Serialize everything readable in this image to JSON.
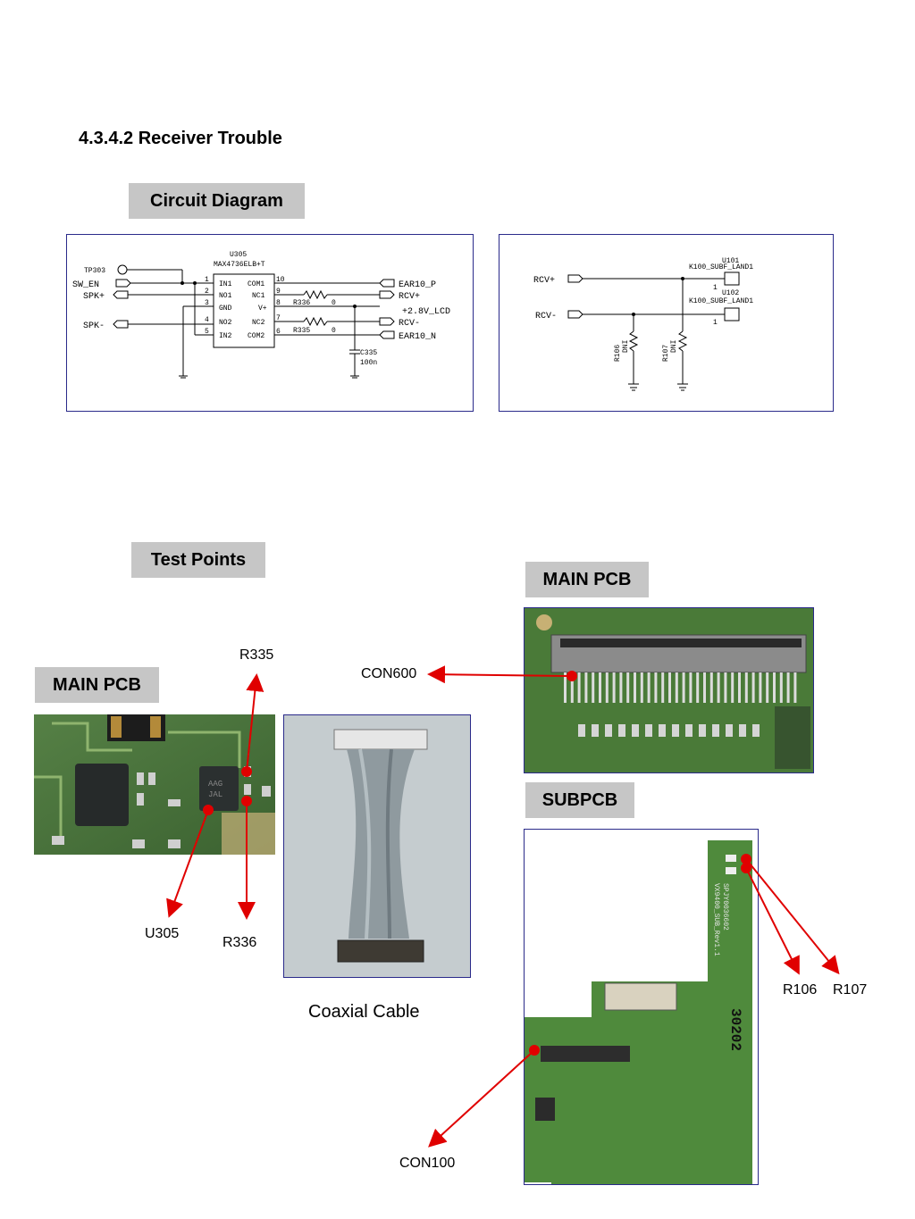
{
  "heading": "4.3.4.2 Receiver Trouble",
  "sections": {
    "circuit_diagram": "Circuit Diagram",
    "test_points": "Test Points",
    "main_pcb_top": "MAIN PCB",
    "main_pcb_left": "MAIN PCB",
    "subpcb": "SUBPCB"
  },
  "schematic_left": {
    "ic_ref": "U305",
    "ic_part": "MAX4736ELB+T",
    "nets_in": [
      "TP303",
      "SW_EN",
      "SPK+",
      "SPK-"
    ],
    "pins_left": [
      {
        "num": "1",
        "name": "IN1"
      },
      {
        "num": "2",
        "name": "NO1"
      },
      {
        "num": "3",
        "name": "GND"
      },
      {
        "num": "4",
        "name": "NO2"
      },
      {
        "num": "5",
        "name": "IN2"
      }
    ],
    "pins_right": [
      {
        "num": "10",
        "name": "COM1"
      },
      {
        "num": "9",
        "name": "NC1"
      },
      {
        "num": "8",
        "name": "V+"
      },
      {
        "num": "7",
        "name": "NC2"
      },
      {
        "num": "6",
        "name": "COM2"
      }
    ],
    "nets_out": [
      "EAR10_P",
      "RCV+",
      "+2.8V_LCD",
      "RCV-",
      "EAR10_N"
    ],
    "r336": "R336",
    "r335": "R335",
    "zero": "0",
    "cap_ref": "C335",
    "cap_val": "100n"
  },
  "schematic_right": {
    "rcv_p": "RCV+",
    "rcv_n": "RCV-",
    "u101_ref": "U101",
    "u101_part": "K100_SUBF_LAND1",
    "u102_ref": "U102",
    "u102_part": "K100_SUBF_LAND1",
    "pin1": "1",
    "r106": "R106",
    "r107": "R107",
    "dni": "DNI"
  },
  "pcb_texts": {
    "chip1": "AAG",
    "chip2": "JAL",
    "sub_silk1": "SPJY0036602",
    "sub_silk2": "VX9400_SUB_Rev1.1",
    "sub_code": "30202"
  },
  "callouts": {
    "r335": "R335",
    "u305": "U305",
    "r336": "R336",
    "con600": "CON600",
    "r106": "R106",
    "r107": "R107",
    "con100": "CON100"
  },
  "caption_cable": "Coaxial Cable",
  "colors": {
    "tag_bg": "#c6c6c6",
    "frame_border": "#2a2a8a",
    "pcb_green": "#3f6b2f",
    "arrow_red": "#e00000"
  }
}
